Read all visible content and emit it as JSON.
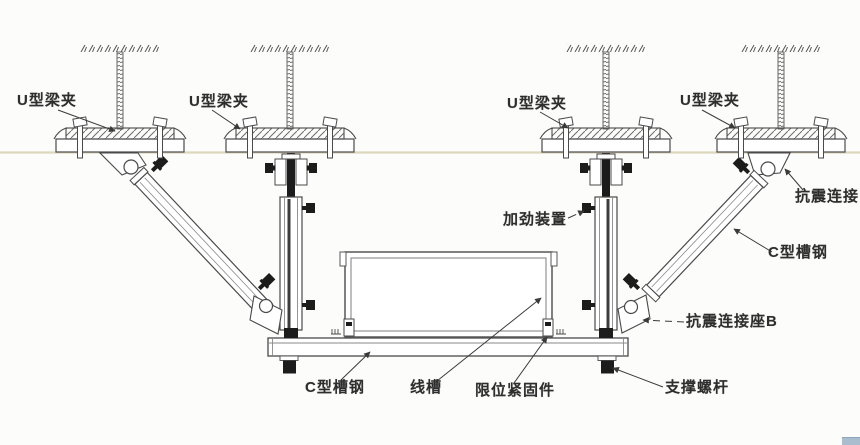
{
  "diagram": {
    "kind": "seismic-bracing-technical-drawing",
    "labels": [
      {
        "id": "u-beam-clamp-1",
        "text": "U型梁夹"
      },
      {
        "id": "u-beam-clamp-2",
        "text": "U型梁夹"
      },
      {
        "id": "u-beam-clamp-3",
        "text": "U型梁夹"
      },
      {
        "id": "u-beam-clamp-4",
        "text": "U型梁夹"
      },
      {
        "id": "seismic-connection",
        "text": "抗震连接"
      },
      {
        "id": "stiffening-device",
        "text": "加劲装置"
      },
      {
        "id": "c-channel-brace",
        "text": "C型槽钢"
      },
      {
        "id": "seismic-connection-seat-b",
        "text": "抗震连接座B"
      },
      {
        "id": "c-channel-base",
        "text": "C型槽钢"
      },
      {
        "id": "cable-trough",
        "text": "线槽"
      },
      {
        "id": "limit-fastener",
        "text": "限位紧固件"
      },
      {
        "id": "support-screw-rod",
        "text": "支撑螺杆"
      }
    ],
    "colors": {
      "line": "#4a4a4a",
      "dark_fill": "#1c1c1c",
      "ceiling_line": "#dcd7bd",
      "background": "#fcfcfb",
      "label_text": "#2e2e2e"
    }
  }
}
